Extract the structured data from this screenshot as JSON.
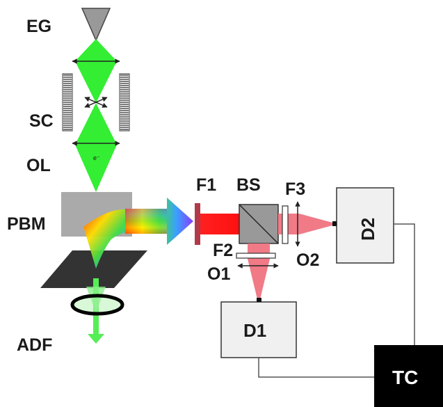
{
  "labels": {
    "eg": "EG",
    "sc": "SC",
    "ol": "OL",
    "pbm": "PBM",
    "adf": "ADF",
    "f1": "F1",
    "bs": "BS",
    "f3": "F3",
    "f2": "F2",
    "o1": "O1",
    "o2": "O2",
    "d1": "D1",
    "d2": "D2",
    "tc": "TC",
    "electron": "e⁻"
  },
  "colors": {
    "electron_beam": "#33ee33",
    "laser_red": "#ff1a1a",
    "laser_pink": "#f07a86",
    "filter": "#b03a4a",
    "detector_fill": "#f0f0f0",
    "tc_fill": "#000000",
    "pbm_fill": "#aaaaaa",
    "sample": "#333333"
  },
  "icons": {
    "electron_gun": "inverted-triangle-icon",
    "scan_coils": "coil-icon",
    "lens": "double-arrow-icon",
    "annular_detector": "ring-icon"
  }
}
